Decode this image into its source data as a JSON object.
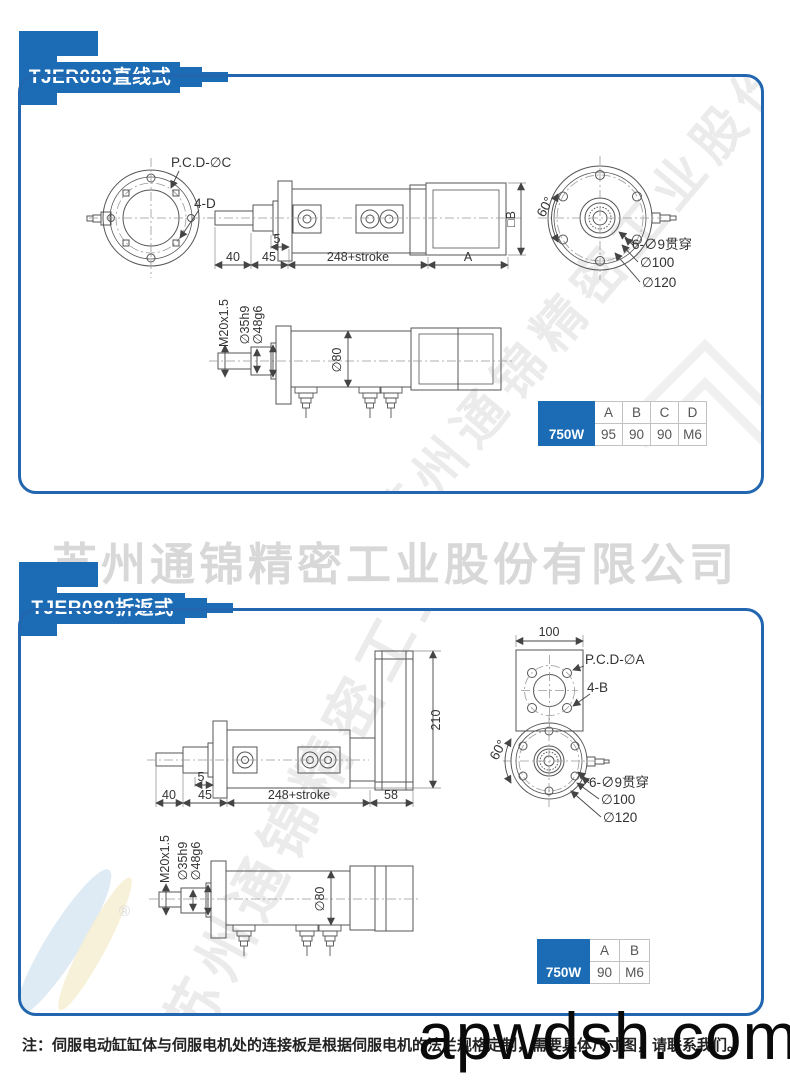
{
  "company_watermark": "苏州通锦精密工业股份有限公司",
  "site_watermark": "apwdsh.com",
  "registered_mark": "®",
  "note": "注：伺服电动缸缸体与伺服电机处的连接板是根据伺服电机的法兰规格定制，需要具体尺寸图，请联系我们。",
  "colors": {
    "accent_blue": "#1b6cb5",
    "panel_border": "#2166ae",
    "watermark_gray": "#d8d8d8"
  },
  "panel_linear": {
    "title": "TJER080直线式",
    "front_view": {
      "pcd_label": "P.C.D-∅C",
      "bolt_label": "4-D"
    },
    "side_view": {
      "dim_5": "5",
      "dim_40": "40",
      "dim_45": "45",
      "dim_stroke": "248+stroke",
      "dim_A": "A",
      "dim_B": "□B"
    },
    "rear_view": {
      "angle": "60°",
      "bolt_label": "6-∅9贯穿",
      "dim_100": "∅100",
      "dim_120": "∅120"
    },
    "section_view": {
      "thread": "M20x1.5",
      "dim_35": "∅35h9",
      "dim_48": "∅48g6",
      "dim_80": "∅80"
    },
    "table": {
      "col_headers": [
        "A",
        "B",
        "C",
        "D"
      ],
      "row_label": "750W",
      "values": [
        "95",
        "90",
        "90",
        "M6"
      ]
    }
  },
  "panel_folded": {
    "title": "TJER080折返式",
    "rear_view": {
      "dim_100_top": "100",
      "pcd_label": "P.C.D-∅A",
      "bolt_label4": "4-B",
      "angle": "60°",
      "bolt_label6": "6-∅9贯穿",
      "dim_100": "∅100",
      "dim_120": "∅120"
    },
    "side_view": {
      "dim_5": "5",
      "dim_40": "40",
      "dim_45": "45",
      "dim_stroke": "248+stroke",
      "dim_58": "58",
      "dim_210": "210"
    },
    "section_view": {
      "thread": "M20x1.5",
      "dim_35": "∅35h9",
      "dim_48": "∅48g6",
      "dim_80": "∅80"
    },
    "table": {
      "col_headers": [
        "A",
        "B"
      ],
      "row_label": "750W",
      "values": [
        "90",
        "M6"
      ]
    }
  }
}
